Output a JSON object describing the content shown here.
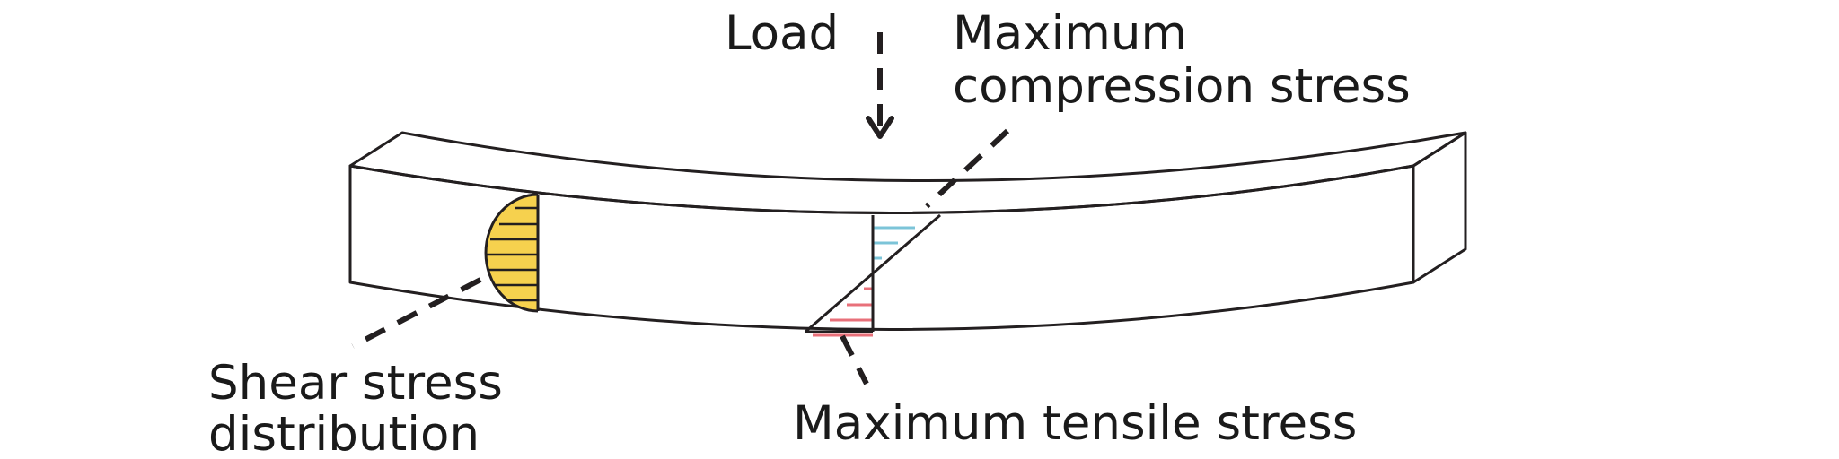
{
  "labels": {
    "load": "Load",
    "max_compression_line1": "Maximum",
    "max_compression_line2": "compression stress",
    "shear_line1": "Shear stress",
    "shear_line2": "distribution",
    "max_tensile": "Maximum tensile stress"
  },
  "colors": {
    "beam_face": "#f6d14e",
    "beam_top": "#fdf5da",
    "beam_end": "#f6d14e",
    "outline": "#231f20",
    "compression_hatch": "#7cc4d8",
    "tension_hatch": "#e8707a",
    "shear_hatch": "#231f20"
  }
}
